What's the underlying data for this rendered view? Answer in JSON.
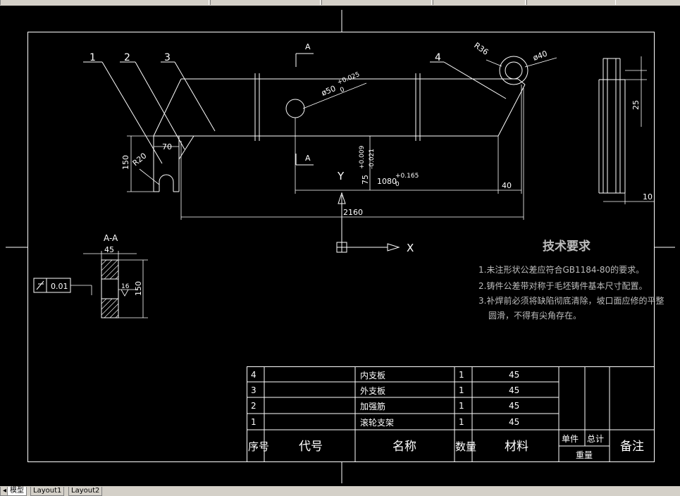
{
  "drawing": {
    "view_labels": {
      "section_top": "A",
      "section_bottom": "A",
      "section_view": "A-A",
      "y_axis": "Y",
      "x_axis": "X"
    },
    "balloons": [
      "1",
      "2",
      "3",
      "4"
    ],
    "dimensions": {
      "hole_dia": "ø50",
      "hole_tol_up": "+0.025",
      "hole_tol_low": "0",
      "r36": "R36",
      "d40": "ø40",
      "r20": "R20",
      "d70": "70",
      "d150_left": "150",
      "d75": "75",
      "d75_tol_up": "+0.009",
      "d75_tol_low": "-0.021",
      "d1080": "1080",
      "d1080_tol_up": "+0.165",
      "d1080_tol_low": "0",
      "d40_bottom": "40",
      "d2160": "2160",
      "d25": "25",
      "d10": "10",
      "d45": "45",
      "d150_section": "150",
      "d16": "16",
      "tolerance_value": "0.01"
    },
    "tech": {
      "title": "技术要求",
      "items": [
        "1.未注形状公差应符合GB1184-80的要求。",
        "2.铸件公差带对称于毛坯铸件基本尺寸配置。",
        "3.补焊前必须将缺陷彻底清除，坡口面应修的平整",
        "圆滑，不得有尖角存在。"
      ]
    },
    "bom": {
      "rows": [
        {
          "index": "4",
          "code": "",
          "name": "内支板",
          "qty": "1",
          "material": "45"
        },
        {
          "index": "3",
          "code": "",
          "name": "外支板",
          "qty": "1",
          "material": "45"
        },
        {
          "index": "2",
          "code": "",
          "name": "加强筋",
          "qty": "1",
          "material": "45"
        },
        {
          "index": "1",
          "code": "",
          "name": "滚轮支架",
          "qty": "1",
          "material": "45"
        }
      ],
      "header": {
        "index": "序号",
        "code": "代号",
        "name": "名称",
        "qty": "数量",
        "material": "材料",
        "unit": "单件",
        "total": "总计",
        "weight": "重量",
        "remark": "备注"
      }
    }
  },
  "tabs": [
    {
      "label": "模型",
      "active": true
    },
    {
      "label": "Layout1",
      "active": false
    },
    {
      "label": "Layout2",
      "active": false
    }
  ],
  "colors": {
    "background": "#000000",
    "lines": "#ffffff",
    "tech_text": "#bdbdbd"
  }
}
